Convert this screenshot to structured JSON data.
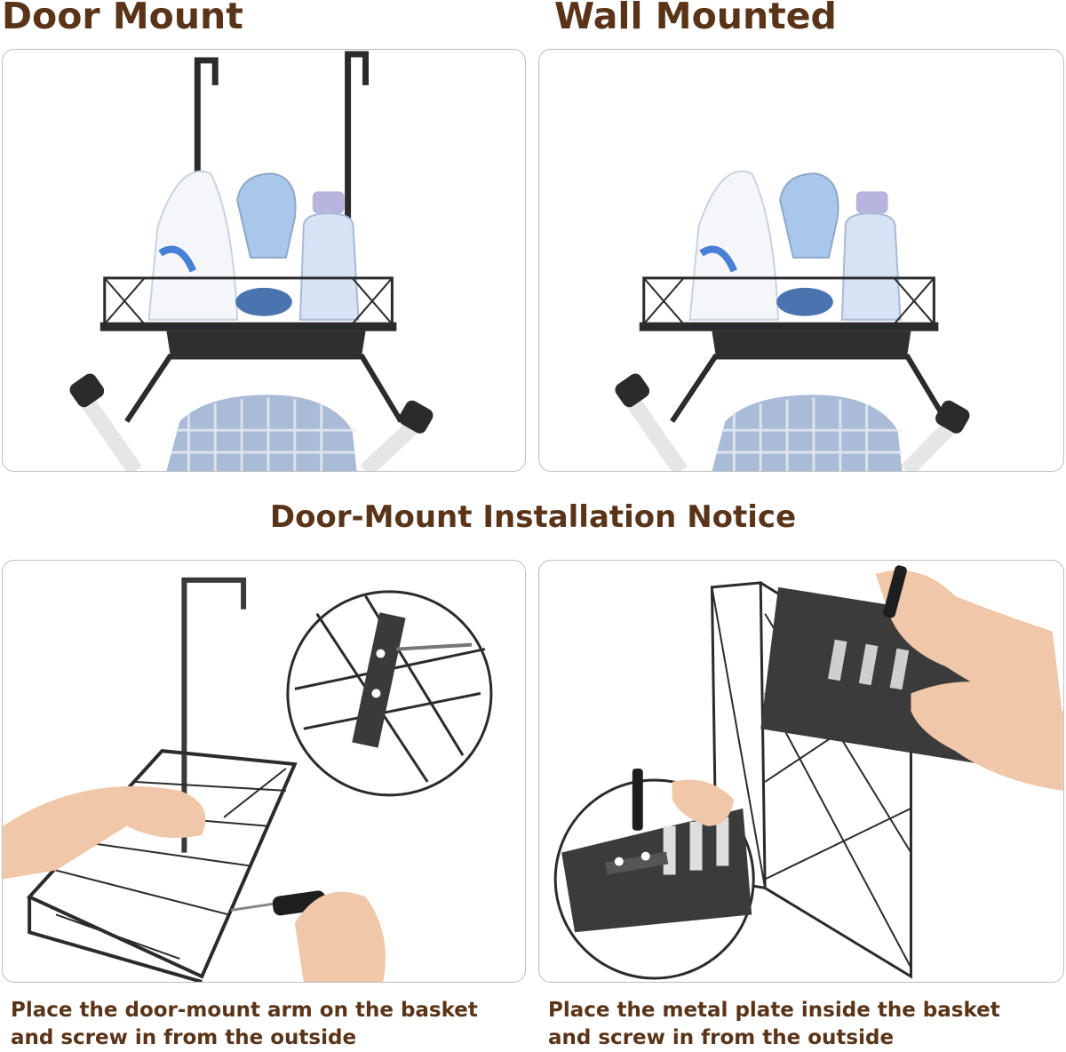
{
  "headings": {
    "door_mount": "Door Mount",
    "wall_mounted": "Wall Mounted",
    "installation_notice": "Door-Mount Installation Notice"
  },
  "captions": {
    "left": {
      "line1": "Place the door-mount arm on the basket",
      "line2": "and screw in from the outside"
    },
    "right": {
      "line1": "Place the metal plate inside the basket",
      "line2": "and screw in from the outside"
    }
  },
  "colors": {
    "heading_text": "#5a3418",
    "panel_border": "#bdbdbd",
    "metal": "#2b2b2b"
  }
}
